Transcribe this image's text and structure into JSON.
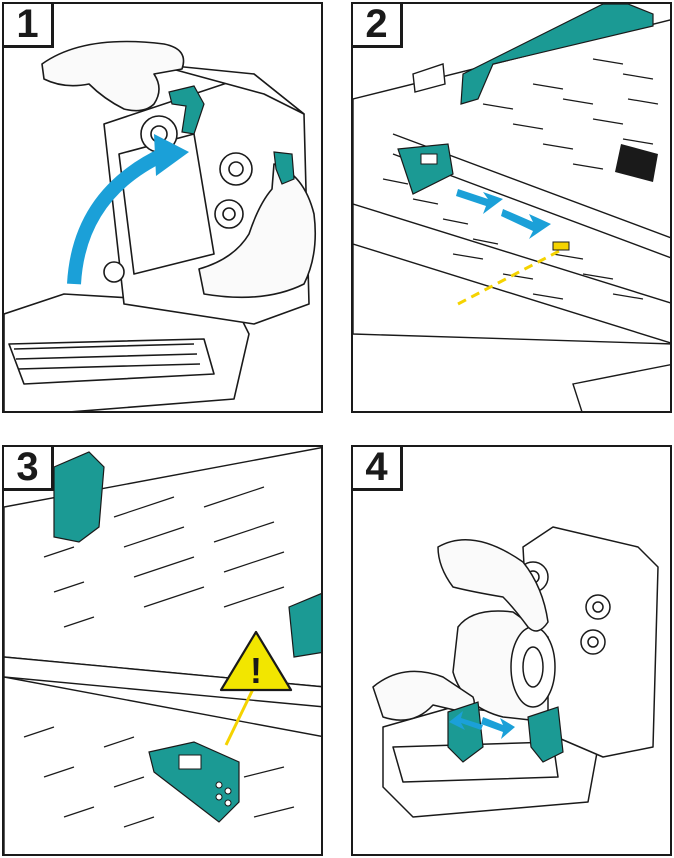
{
  "steps": [
    {
      "number": "1"
    },
    {
      "number": "2"
    },
    {
      "number": "3"
    },
    {
      "number": "4"
    }
  ],
  "warning_symbol": "!",
  "icons": [
    "arrow-curved-icon",
    "arrow-double-icon",
    "warning-triangle-icon",
    "arrow-double-icon"
  ],
  "colors": {
    "accent_teal": "#1b9a94",
    "arrow_blue": "#1ba0d8",
    "warning_yellow": "#f2e600",
    "guide_yellow": "#f5d300",
    "outline": "#1a1a1a"
  }
}
